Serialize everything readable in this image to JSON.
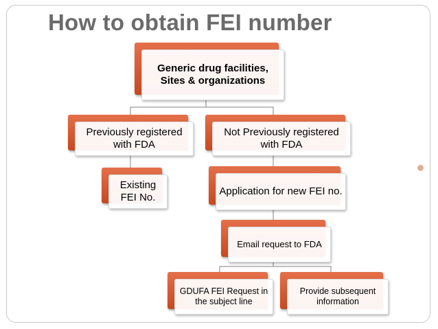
{
  "slide": {
    "title": "How to obtain FEI number"
  },
  "diagram": {
    "root": "Generic drug facilities, Sites & organizations",
    "previously_registered": "Previously registered with FDA",
    "not_previously_registered": "Not Previously registered with FDA",
    "existing": "Existing FEI No.",
    "application": "Application for new FEI no.",
    "email_request": "Email request to FDA",
    "gdufa_request": "GDUFA FEI Request in the subject line",
    "provide_info": "Provide subsequent information"
  },
  "colors": {
    "accent_orange": "#d45a30",
    "title_gray": "#6b6b6b",
    "connector": "#808080"
  }
}
